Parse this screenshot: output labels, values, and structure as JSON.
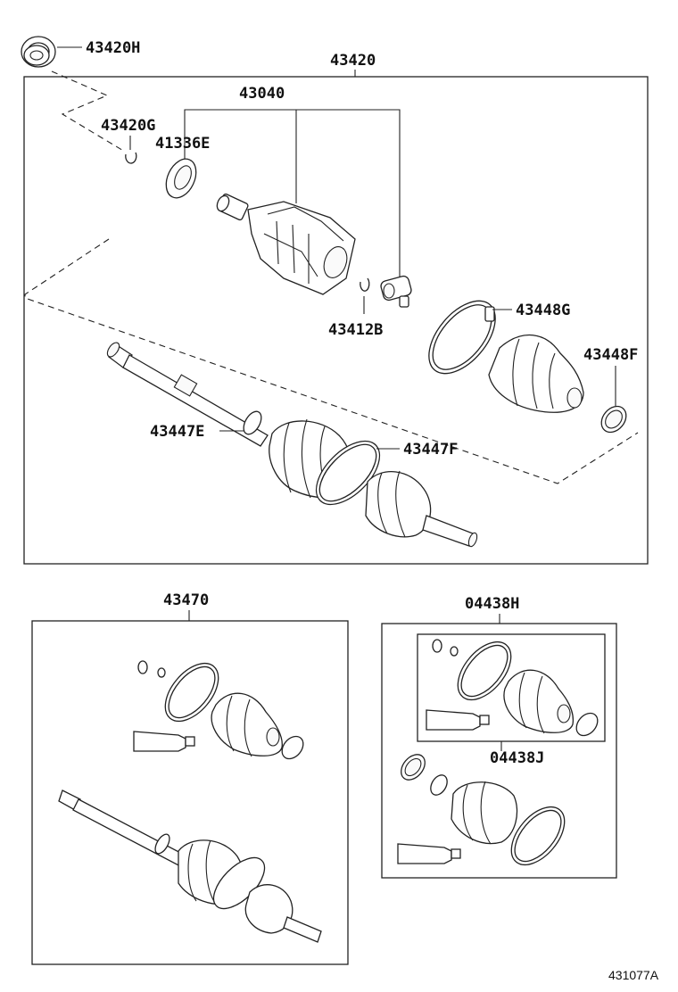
{
  "labels": {
    "oil_seal": "43420H",
    "shaft_assy": "43420",
    "outboard_joint": "43040",
    "snap_ring_g": "43420G",
    "ring_41336e": "41336E",
    "snap_ring_b": "43412B",
    "clamp_g": "43448G",
    "clamp_f": "43448F",
    "clamp_e": "43447E",
    "clamp_447f": "43447F",
    "inboard_boot_kit": "43470",
    "boot_kit_h": "04438H",
    "boot_kit_j": "04438J"
  },
  "reference_code": "431077A"
}
